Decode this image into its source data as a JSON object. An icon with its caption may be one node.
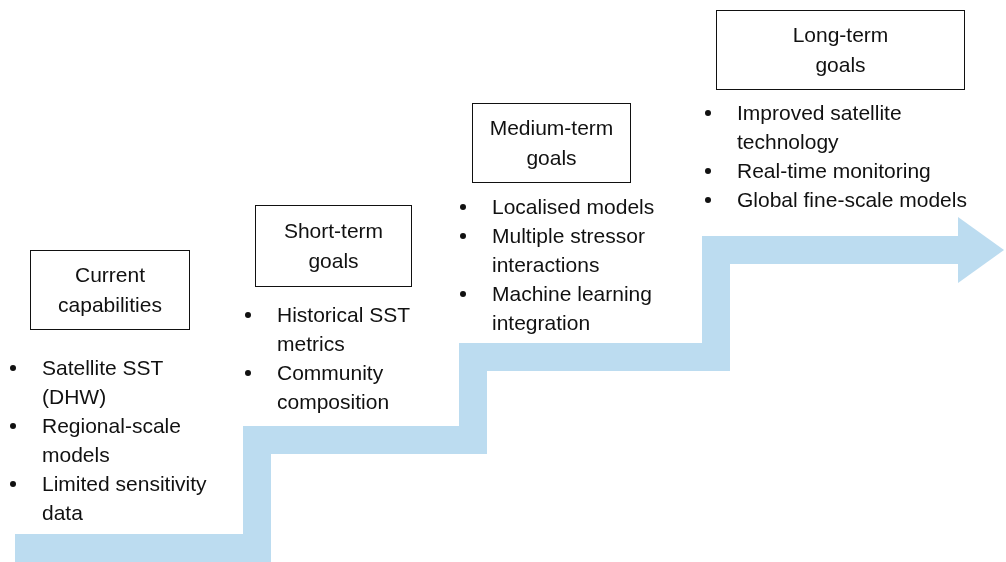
{
  "diagram": {
    "nodes": [
      {
        "text": [
          "Current capabilities"
        ],
        "beside": [
          "Satellite SST (DHW)",
          "Regional-scale models",
          "Limited sensitivity data"
        ]
      },
      {
        "text": [
          "Short-term goals"
        ],
        "beside": [
          "Historical SST metrics",
          "Community composition"
        ]
      },
      {
        "text": [
          "Medium-term goals"
        ],
        "beside": [
          "Localised models",
          "Multiple stressor interactions",
          "Machine learning integration"
        ]
      },
      {
        "text": [
          "Long-term goals"
        ],
        "beside": [
          "Improved satellite technology",
          "Real-time monitoring",
          "Global fine-scale models"
        ]
      }
    ]
  }
}
